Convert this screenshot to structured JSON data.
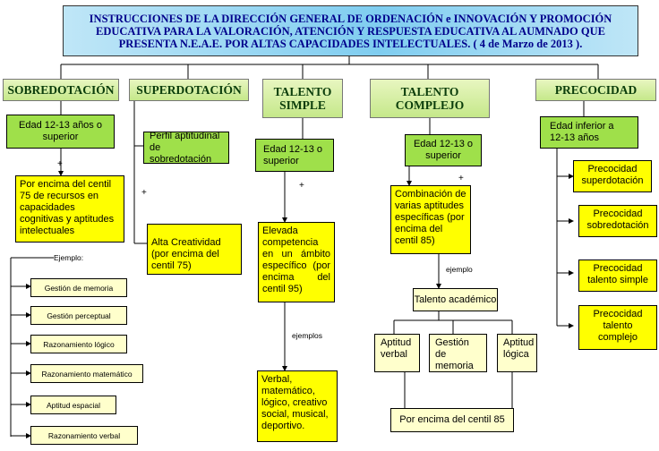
{
  "title": "INSTRUCCIONES DE LA DIRECCIÓN GENERAL DE ORDENACIÓN e INNOVACIÓN Y PROMOCIÓN EDUCATIVA PARA LA VALORACIÓN, ATENCIÓN Y RESPUESTA EDUCATIVA AL AUMNADO QUE PRESENTA N.E.A.E. POR ALTAS CAPACIDADES INTELECTUALES.   ( 4 de Marzo de 2013 ).",
  "categories": {
    "sobredotacion": "SOBREDOTACIÓN",
    "superdotacion": "SUPERDOTACIÓN",
    "talento_simple": "TALENTO SIMPLE",
    "talento_complejo": "TALENTO COMPLEJO",
    "precocidad": "PRECOCIDAD"
  },
  "sobredotacion": {
    "edad": "Edad 12-13 años o superior",
    "plus": "+",
    "criterio": "Por encima del centil 75 de recursos en capacidades cognitivas y aptitudes intelectuales",
    "ejemplo_label": "Ejemplo:",
    "ejemplos": [
      "Gestión de memoria",
      "Gestión perceptual",
      "Razonamiento lógico",
      "Razonamiento matemático",
      "Aptitud espacial",
      "Razonamiento verbal"
    ]
  },
  "superdotacion": {
    "perfil": "Perfil aptitudinal de sobredotación",
    "plus": "+",
    "creatividad": "Alta Creatividad (por encima del centil 75)"
  },
  "talento_simple": {
    "edad": "Edad 12-13 o superior",
    "plus": "+",
    "competencia": "Elevada competencia en un ámbito específico (por encima del centil 95)",
    "ejemplos_label": "ejemplos",
    "ejemplos": "Verbal, matemático, lógico, creativo social, musical, deportivo."
  },
  "talento_complejo": {
    "edad": "Edad 12-13 o superior",
    "plus": "+",
    "combinacion": "Combinación de varias aptitudes específicas (por encima del centil 85)",
    "ejemplo_label": "ejemplo",
    "academico": "Talento académico",
    "aptitud_verbal": "Aptitud verbal",
    "gestion_memoria": "Gestión de memoria",
    "aptitud_logica": "Aptitud lógica",
    "centil": "Por encima del centil 85"
  },
  "precocidad": {
    "edad": "Edad inferior a 12-13 años",
    "items": [
      "Precocidad superdotación",
      "Precocidad sobredotación",
      "Precocidad talento simple",
      "Precocidad talento complejo"
    ]
  }
}
